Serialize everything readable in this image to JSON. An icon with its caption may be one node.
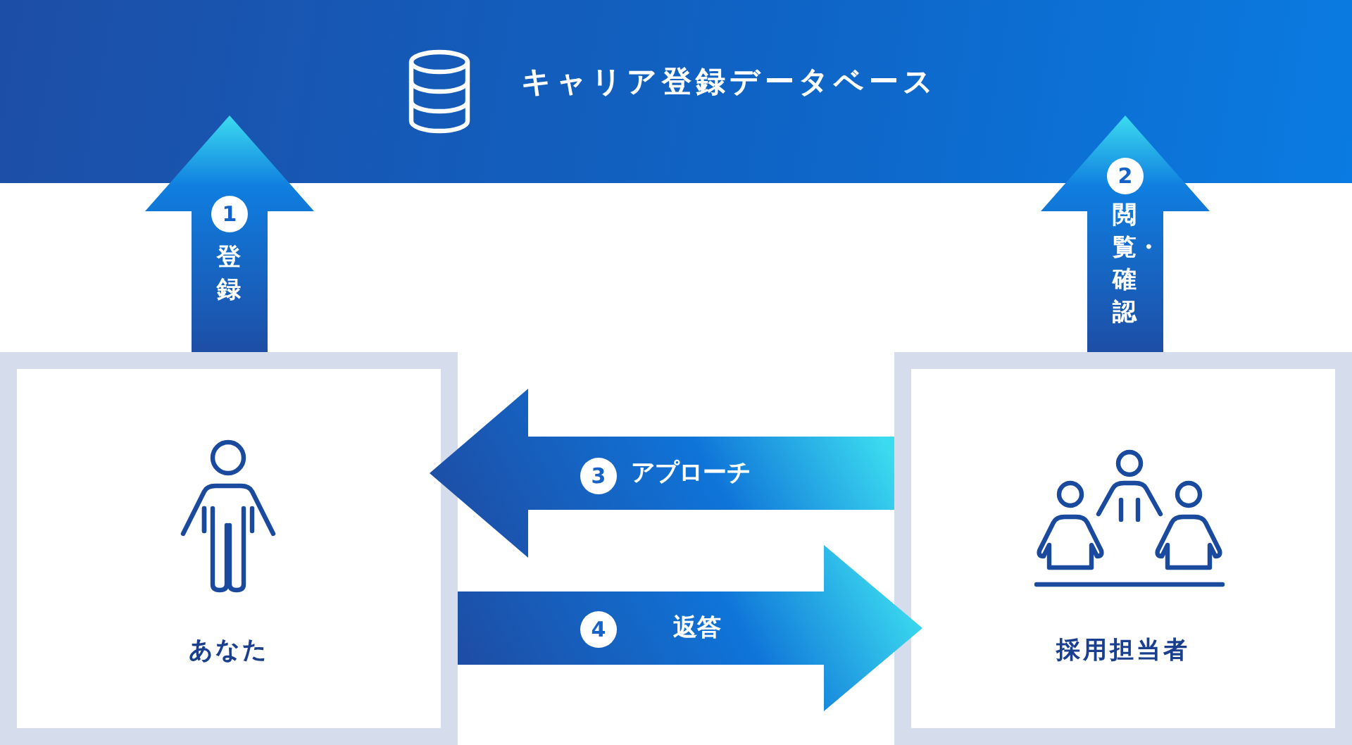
{
  "diagram": {
    "nodes": [
      {
        "text": [
          "キャリア登録データベース"
        ]
      },
      {
        "text": [
          "あなた"
        ]
      },
      {
        "text": [
          "採用担当者"
        ]
      }
    ],
    "edges": [
      {
        "from": 1,
        "to": 0,
        "arrow": "to",
        "label": "登録"
      },
      {
        "from": 2,
        "to": 0,
        "arrow": "to",
        "label": "閲覧・確認"
      },
      {
        "from": 2,
        "to": 1,
        "arrow": "to",
        "label": "アプローチ"
      },
      {
        "from": 1,
        "to": 2,
        "arrow": "to",
        "label": "返答"
      }
    ],
    "labels": [
      "1",
      "2",
      "3",
      "4"
    ]
  }
}
